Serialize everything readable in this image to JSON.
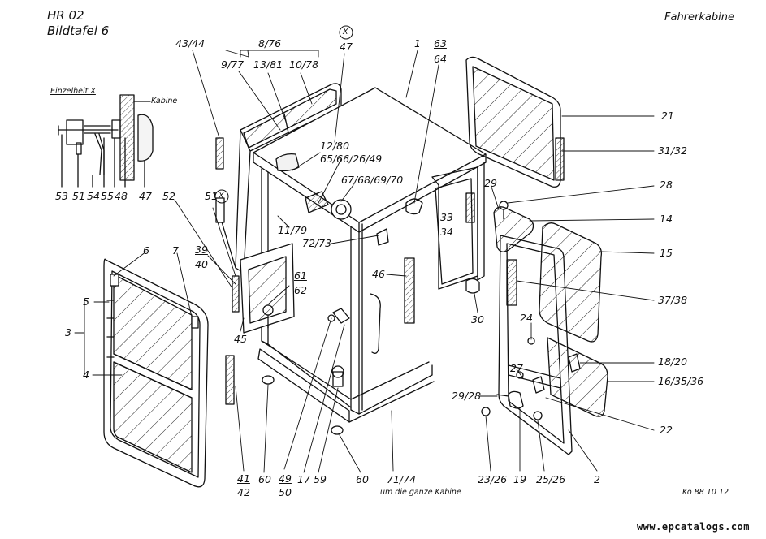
{
  "header": {
    "doc_code": "HR 02",
    "plate": "Bildtafel 6",
    "title": "Fahrerkabine",
    "detail_title": "Einzelheit X",
    "detail_kabine": "Kabine",
    "footer_ref": "Ko 88 10 12",
    "around_note": "um die ganze Kabine"
  },
  "watermark": "www.epcatalogs.com",
  "part_labels": {
    "p43_44": "43/44",
    "p8_76": "8/76",
    "p9_77": "9/77",
    "p13_81": "13/81",
    "p10_78": "10/78",
    "px_marker": "X",
    "p47_top": "47",
    "p1": "1",
    "p63": "63",
    "p64": "64",
    "p21": "21",
    "p31_32": "31/32",
    "p28_right": "28",
    "p14": "14",
    "p15": "15",
    "p37_38": "37/38",
    "p18_20": "18/20",
    "p16_35_36": "16/35/36",
    "p22": "22",
    "p2": "2",
    "p25_26": "25/26",
    "p19": "19",
    "p23_26": "23/26",
    "p29_28": "29/28",
    "p27": "27",
    "p24": "24",
    "p30": "30",
    "p33": "33",
    "p34": "34",
    "p29": "29",
    "p12_80": "12/80",
    "p65_66_26_49": "65/66/26/49",
    "p67_68_69_70": "67/68/69/70",
    "p72_73": "72/73",
    "p46": "46",
    "p11_79": "11/79",
    "p52": "52",
    "p51_marker": "51",
    "p39": "39",
    "p40": "40",
    "p61": "61",
    "p62": "62",
    "p45": "45",
    "p6": "6",
    "p7": "7",
    "p5": "5",
    "p3": "3",
    "p4": "4",
    "p41": "41",
    "p42": "42",
    "p60_left": "60",
    "p49": "49",
    "p50": "50",
    "p17": "17",
    "p59": "59",
    "p60_right": "60",
    "p71_74": "71/74",
    "d53": "53",
    "d51": "51",
    "d54": "54",
    "d55": "55",
    "d48": "48",
    "d47": "47"
  }
}
